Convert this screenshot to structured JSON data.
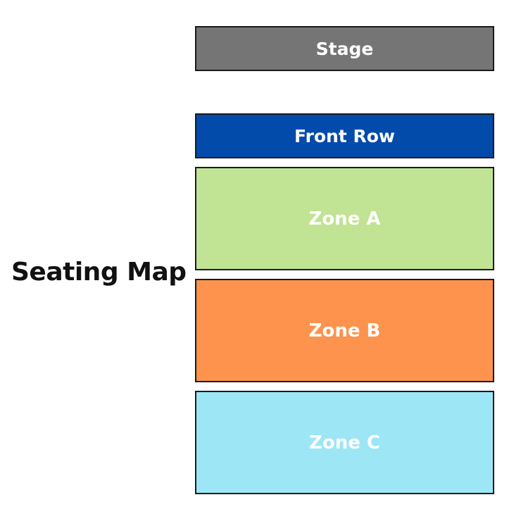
{
  "title": "Seating Map",
  "sections": {
    "stage": {
      "label": "Stage",
      "color": "#757575"
    },
    "front_row": {
      "label": "Front Row",
      "color": "#034bab"
    },
    "zone_a": {
      "label": "Zone A",
      "color": "#c1e394"
    },
    "zone_b": {
      "label": "Zone B",
      "color": "#fd934d"
    },
    "zone_c": {
      "label": "Zone C",
      "color": "#9ce6f6"
    }
  }
}
